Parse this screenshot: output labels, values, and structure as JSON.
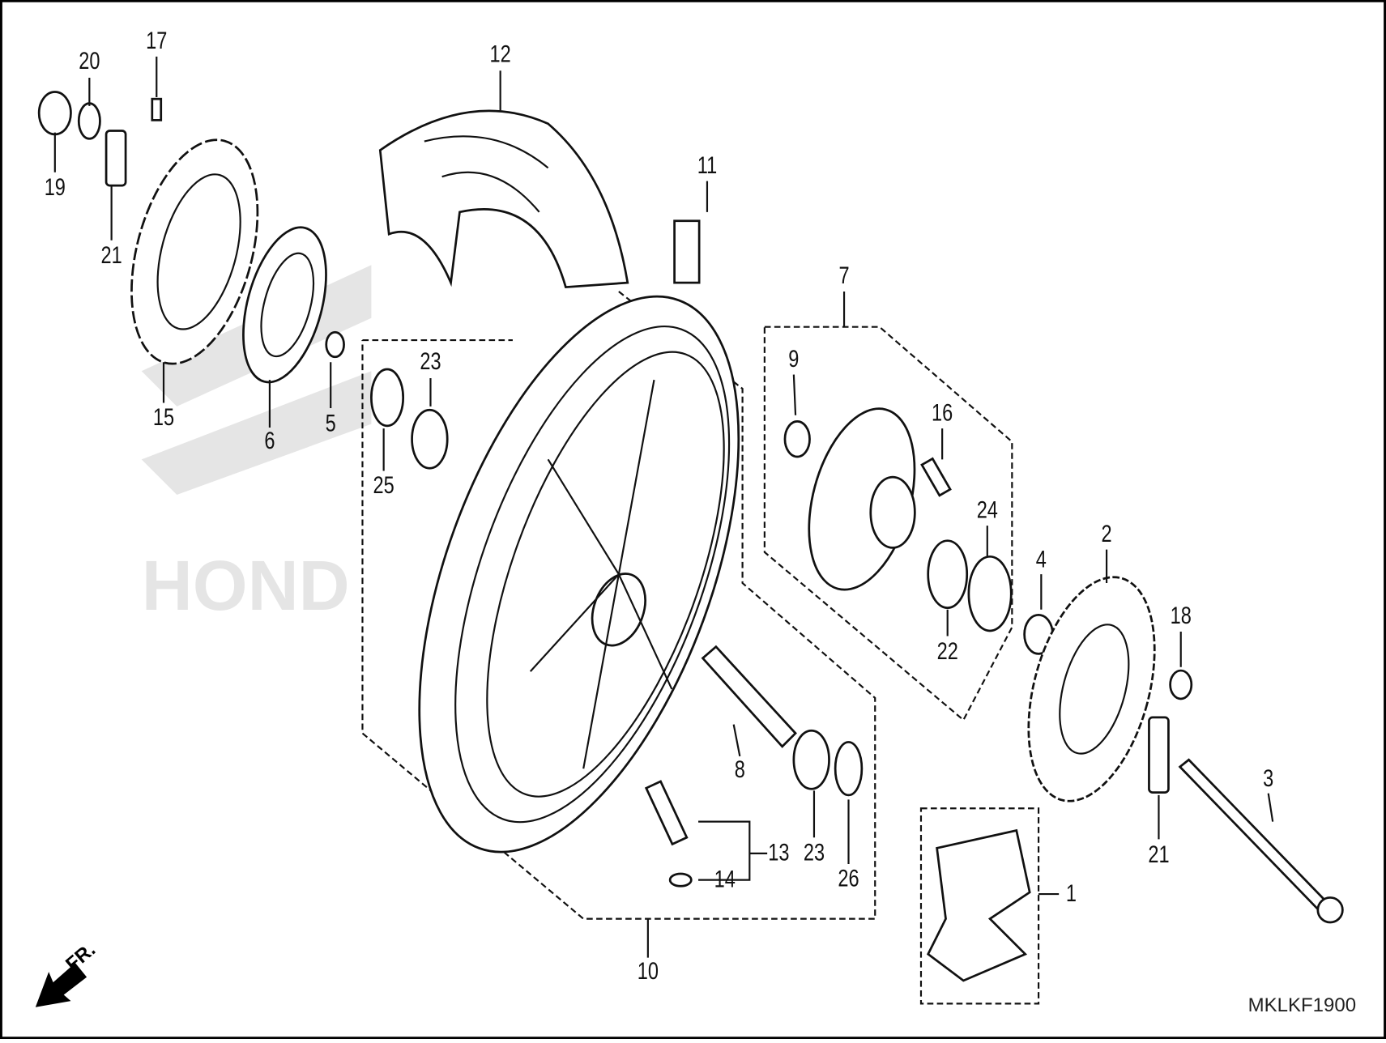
{
  "diagram": {
    "title": "Rear Wheel Parts Diagram",
    "brand_watermark": "HONDA",
    "direction_marker": "FR.",
    "diagram_code": "MKLKF1900",
    "callouts": [
      "1",
      "2",
      "3",
      "4",
      "5",
      "6",
      "7",
      "8",
      "9",
      "10",
      "11",
      "12",
      "13",
      "14",
      "15",
      "16",
      "17",
      "18",
      "19",
      "20",
      "21",
      "21",
      "22",
      "23",
      "23",
      "24",
      "25",
      "26"
    ]
  }
}
